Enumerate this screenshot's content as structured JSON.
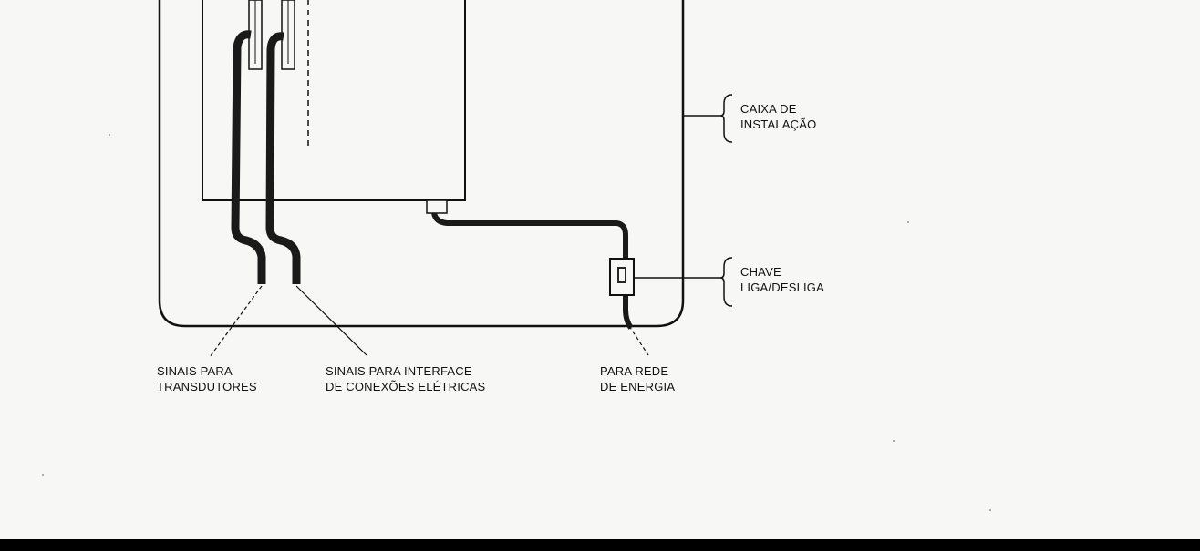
{
  "labels": {
    "caixa_line1": "CAIXA DE",
    "caixa_line2": "INSTALAÇÃO",
    "chave_line1": "CHAVE",
    "chave_line2": "LIGA/DESLIGA",
    "sinais_transdutores_line1": "SINAIS PARA",
    "sinais_transdutores_line2": "TRANSDUTORES",
    "sinais_interface_line1": "SINAIS PARA INTERFACE",
    "sinais_interface_line2": "DE CONEXÕES ELÉTRICAS",
    "rede_line1": "PARA REDE",
    "rede_line2": "DE ENERGIA"
  },
  "colors": {
    "paper": "#f7f7f5",
    "ink": "#111111"
  }
}
